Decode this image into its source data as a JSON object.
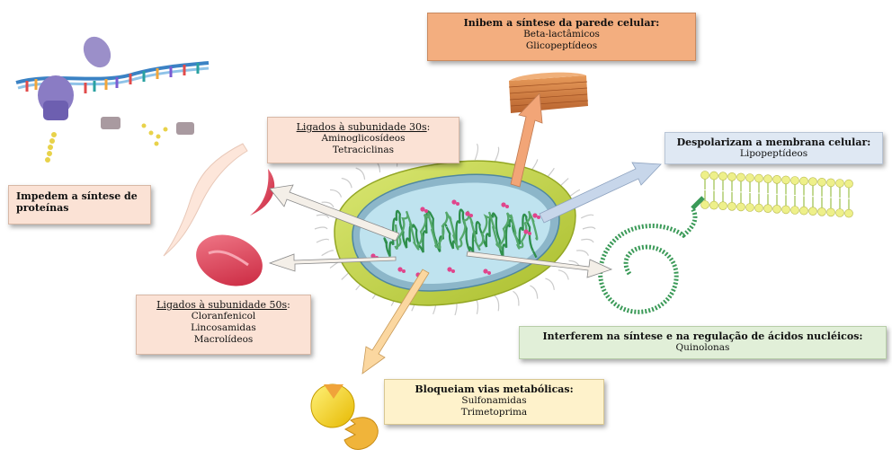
{
  "boxes": {
    "cell_wall": {
      "title": "Inibem a síntese da  parede celular",
      "suffix": ":",
      "items": [
        "Beta-lactâmicos",
        "Glicopeptídeos"
      ]
    },
    "membrane": {
      "title": "Despolarizam a membrana celular",
      "suffix": ":",
      "items": [
        "Lipopeptídeos"
      ]
    },
    "protein": {
      "title_line1": "Impedem a síntese de",
      "title_line2": "proteínas"
    },
    "sub30s": {
      "title": "Ligados à subunidade 30s",
      "suffix": ":",
      "items": [
        "Aminoglicosídeos",
        "Tetraciclinas"
      ]
    },
    "sub50s": {
      "title": "Ligados à subunidade 50s",
      "suffix": ":",
      "items": [
        "Cloranfenicol",
        "Lincosamidas",
        "Macrolídeos"
      ]
    },
    "nucleic": {
      "title": "Interferem na síntese e na regulação de ácidos nucléicos",
      "suffix": ":",
      "items": [
        "Quinolonas"
      ]
    },
    "metabolic": {
      "title": "Bloqueiam vias metabólicas",
      "suffix": ":",
      "items": [
        "Sulfonamidas",
        "Trimetoprima"
      ]
    }
  },
  "colors": {
    "cell_wall_box": "#f3ae7f",
    "membrane_box": "#dfe8f3",
    "protein_box": "#fbe2d5",
    "nucleic_box": "#e1efd8",
    "metabolic_box": "#fef2cb",
    "bacteria_capsule": "#c9d84a",
    "bacteria_inner": "#9ed3e6",
    "dna": "#3f8f5a"
  }
}
